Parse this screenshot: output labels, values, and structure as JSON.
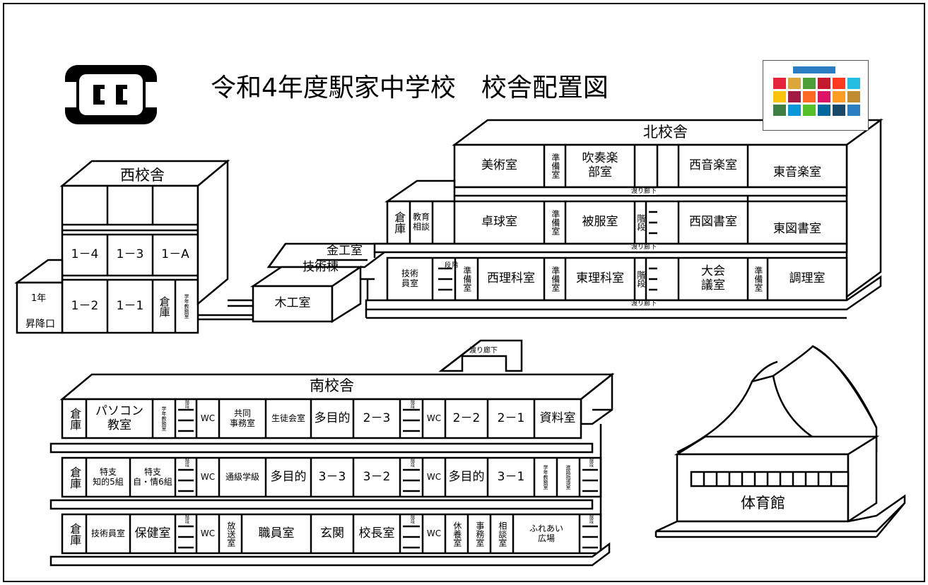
{
  "title": "令和4年度駅家中学校　校舎配置図",
  "logo": {
    "icon": "school-emblem-icon"
  },
  "sdg_badge": {
    "icon": "sdgs-goals-badge-icon"
  },
  "buildings": {
    "west": "西校舎",
    "north": "北校舎",
    "south": "南校舎",
    "tech": "技術棟",
    "gym": "体育館",
    "kinko": "金工室"
  },
  "west_rooms": {
    "r14": "1－4",
    "r13": "1－3",
    "r1a": "1－A",
    "r12": "1－2",
    "r11": "1－1",
    "souko": "倉庫",
    "gakunen": "学年教務室",
    "entrance_1": "1年",
    "entrance_2": "昇降口"
  },
  "tech_rooms": {
    "mokko": "木工室"
  },
  "north_rooms": {
    "bijutsu": "美術室",
    "junbi1": "準備室",
    "suisou": "吹奏楽\n部室",
    "nishi_ongaku": "西音楽室",
    "higashi_ongaku": "東音楽室",
    "souko": "倉庫",
    "kyouiku": "教育\n相談",
    "takkyu": "卓球室",
    "junbi2": "準備室",
    "hifuku": "被服室",
    "kaidan1": "階段",
    "nishi_tosho": "西図書室",
    "higashi_tosho": "東図書室",
    "gijutsuin": "技術\n員室",
    "kaidan2": "階段",
    "junbi3": "準備室",
    "nishi_rika": "西理科室",
    "junbi4": "準備室",
    "higashi_rika": "東理科室",
    "kaidan3": "階段",
    "taikai": "大会\n議室",
    "junbi5": "準備室",
    "chouri": "調理室",
    "watari1": "渡り廊下",
    "watari2": "渡り廊下",
    "watari3": "渡り廊下"
  },
  "south_rooms": {
    "watari": "渡り廊下",
    "f3": {
      "souko": "倉庫",
      "pc": "パソコン\n教室",
      "gakunen": "学年教務室",
      "kaidan_a": "階段",
      "wc_a": "WC",
      "kyodo": "共同\n事務室",
      "seito": "生徒会室",
      "tamokuteki": "多目的",
      "r23": "2－3",
      "kaidan_b": "階段",
      "wc_b": "WC",
      "r22": "2－2",
      "r21": "2－1",
      "shiryo": "資料室"
    },
    "f2": {
      "souko": "倉庫",
      "tokushi1": "特支\n知的5組",
      "tokushi2": "特支\n自・情6組",
      "kaidan_a": "階段",
      "wc_a": "WC",
      "tsukyu": "通級学級",
      "tamokuteki_a": "多目的",
      "r33": "3－3",
      "r32": "3－2",
      "kaidan_b": "階段",
      "wc_b": "WC",
      "tamokuteki_b": "多目的",
      "r31": "3－1",
      "gakunen": "学年教務室",
      "shinro": "進路指導室",
      "kaidan_c": "階段"
    },
    "f1": {
      "souko": "倉庫",
      "gijutsuin": "技術員室",
      "hoken": "保健室",
      "kaidan_a": "階段",
      "wc_a": "WC",
      "housou": "放送室",
      "shokuin": "職員室",
      "genkan": "玄関",
      "kouchou": "校長室",
      "kaidan_b": "階段",
      "wc_b": "WC",
      "kyuyou": "休養室",
      "jimu": "事務室",
      "soudan": "相談室",
      "fureai": "ふれあい\n広場",
      "kaidan_c": "階段"
    }
  }
}
